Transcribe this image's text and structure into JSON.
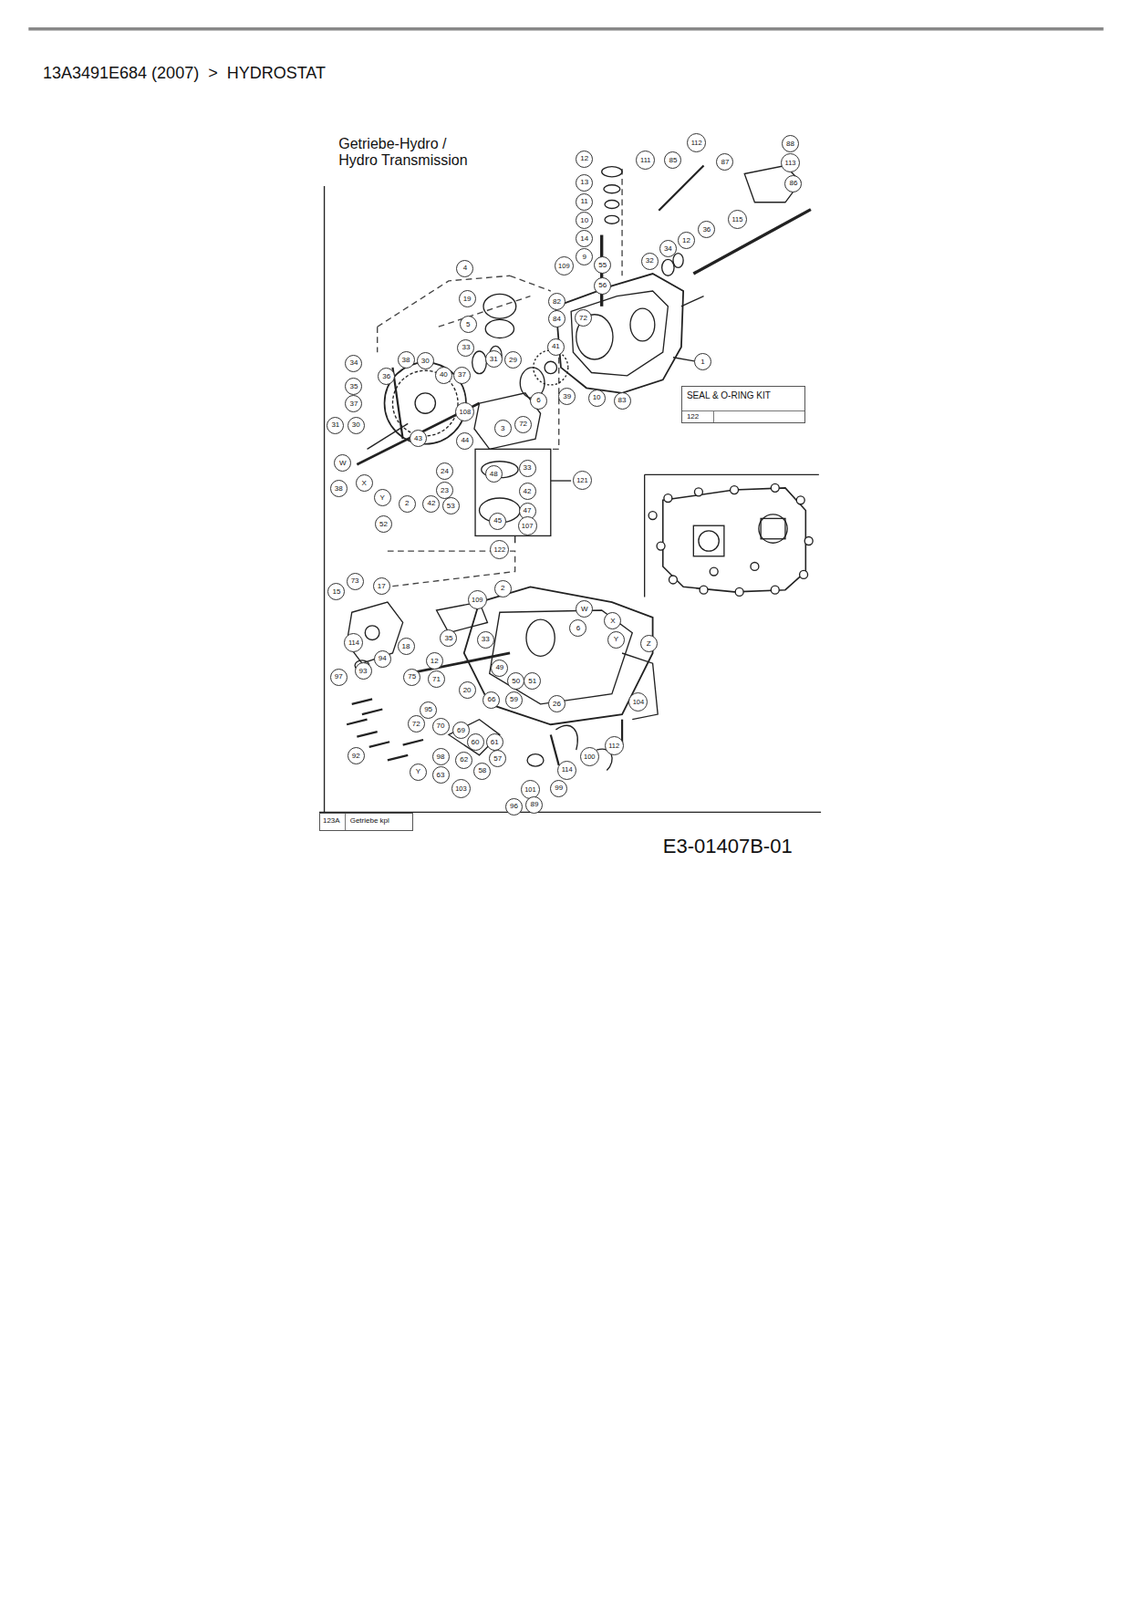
{
  "diagram": {
    "title": "13A3491E684 (2007)  >  HYDROSTAT",
    "caption": "E3-01407B-01",
    "nodes": [
      {
        "text": [
          "SEAL & O-RING KIT",
          "122"
        ]
      },
      {
        "text": [
          "123A",
          "Getriebe kpl"
        ]
      }
    ],
    "labels": [
      "Getriebe-Hydro / Hydro Transmission",
      "112",
      "88",
      "111",
      "85",
      "87",
      "113",
      "86",
      "12",
      "13",
      "11",
      "10",
      "14",
      "9",
      "55",
      "56",
      "115",
      "36",
      "34",
      "12",
      "32",
      "109",
      "4",
      "19",
      "82",
      "84",
      "5",
      "1",
      "72",
      "41",
      "29",
      "33",
      "31",
      "37",
      "30",
      "38",
      "34",
      "36",
      "40",
      "35",
      "37",
      "39",
      "10",
      "83",
      "6",
      "72",
      "108",
      "3",
      "31",
      "30",
      "43",
      "44",
      "33",
      "121",
      "42",
      "47",
      "48",
      "45",
      "107",
      "122",
      "W",
      "X",
      "Y",
      "38",
      "24",
      "23",
      "2",
      "42",
      "53",
      "52",
      "15",
      "73",
      "17",
      "109",
      "2",
      "18",
      "114",
      "94",
      "93",
      "97",
      "W",
      "6",
      "X",
      "Y",
      "Z",
      "35",
      "33",
      "12",
      "71",
      "75",
      "20",
      "66",
      "49",
      "59",
      "50",
      "51",
      "26",
      "104",
      "112",
      "95",
      "72",
      "92",
      "98",
      "70",
      "69",
      "60",
      "62",
      "58",
      "57",
      "61",
      "100",
      "114",
      "99",
      "101",
      "63",
      "103",
      "Y",
      "96",
      "89"
    ]
  }
}
